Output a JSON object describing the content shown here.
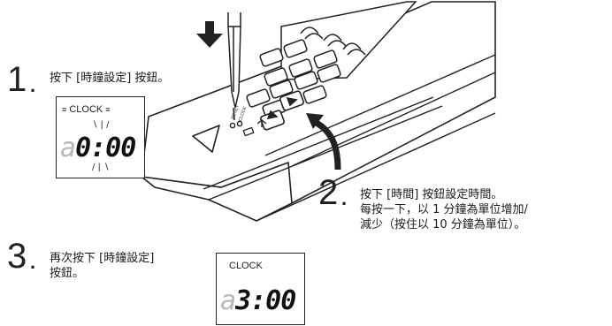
{
  "steps": [
    {
      "number": "1",
      "text": "按下 [時鐘設定] 按鈕。"
    },
    {
      "number": "2",
      "line1": "按下 [時間] 按鈕設定時間。",
      "line2": "每按一下，以 1 分鐘為單位增加/",
      "line3": "減少（按住以 10 分鐘為單位）。"
    },
    {
      "number": "3",
      "line1": "再次按下 [時鐘設定]",
      "line2": "按鈕。"
    }
  ],
  "display1": {
    "label": "CLOCK",
    "prefix": "a",
    "time": "0:00"
  },
  "display2": {
    "label": "CLOCK",
    "prefix": "a",
    "time": "3:00"
  },
  "remote_labels": {
    "reset": "RESET",
    "clock": "CLOCK"
  },
  "icons": {
    "press_arrow": "down-arrow-icon",
    "curved_arrow": "curved-arrow-icon",
    "stylus": "pen-icon",
    "triangle": "triangle-icon"
  },
  "colors": {
    "ink": "#222222",
    "dim_segment": "#b8b8b8",
    "remote_fill": "#ffffff"
  }
}
